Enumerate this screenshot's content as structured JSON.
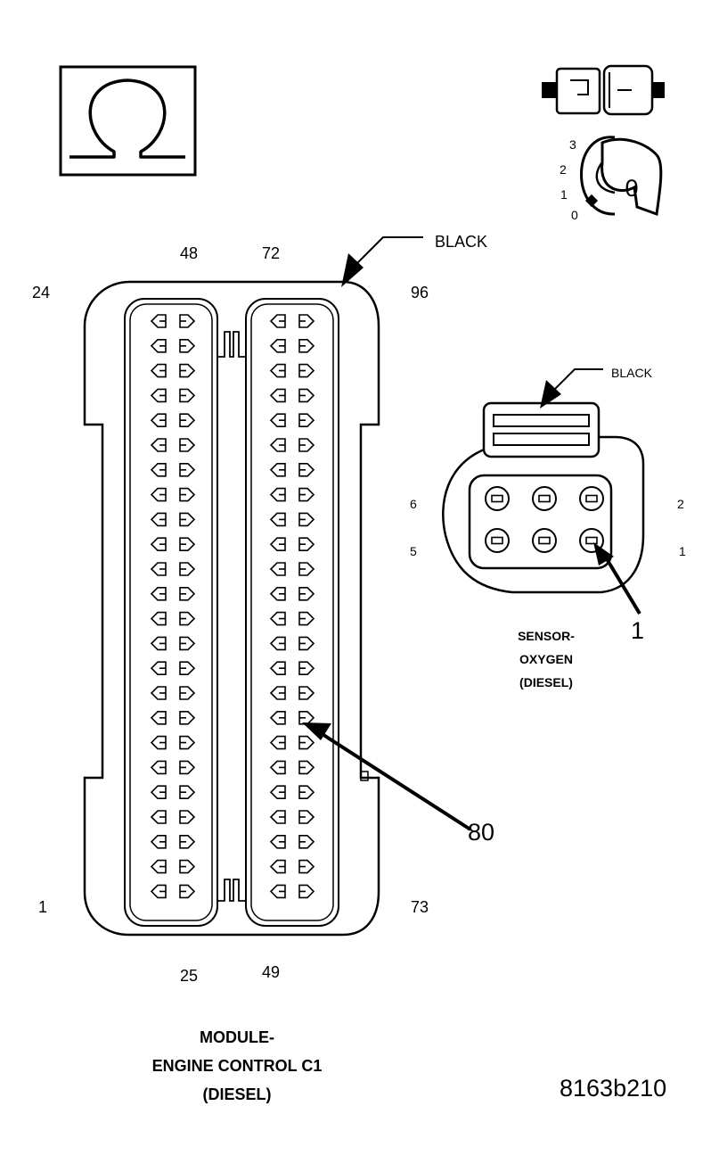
{
  "ecm": {
    "color_label": "BLACK",
    "pin_labels": {
      "top_left_outer": "24",
      "top_left_inner": "48",
      "top_right_inner": "72",
      "top_right_outer": "96",
      "bottom_left_outer": "1",
      "bottom_left_inner": "25",
      "bottom_right_inner": "49",
      "bottom_right_outer": "73"
    },
    "callout_pin": "80",
    "caption": [
      "MODULE-",
      "ENGINE CONTROL C1",
      "(DIESEL)"
    ],
    "rows": 24,
    "banks": 2,
    "cols_per_bank": 2
  },
  "o2_sensor": {
    "color_label": "BLACK",
    "pin_labels": {
      "top_left": "6",
      "bottom_left": "5",
      "top_right": "2",
      "bottom_right": "1"
    },
    "callout_pin": "1",
    "caption": [
      "SENSOR-",
      "OXYGEN",
      "(DIESEL)"
    ]
  },
  "icons": {
    "ohm_symbol": "Ω",
    "ignition_positions": [
      "3",
      "2",
      "1",
      "0"
    ],
    "key_label": "0"
  },
  "figure_id": "8163b210"
}
